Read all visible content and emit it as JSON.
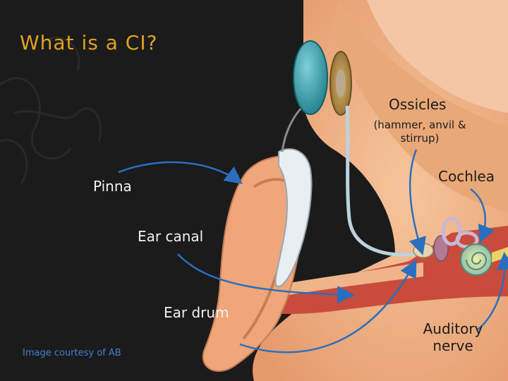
{
  "slide": {
    "title": "What is a CI?",
    "credit": "Image courtesy of AB"
  },
  "labels": {
    "ossicles": "Ossicles",
    "ossicles_sub": "(hammer, anvil & stirrup)",
    "cochlea": "Cochlea",
    "pinna": "Pinna",
    "ear_canal": "Ear canal",
    "ear_drum": "Ear drum",
    "auditory_nerve": "Auditory nerve"
  },
  "colors": {
    "title": "#e0a21e",
    "arrow": "#2a6fbf",
    "background": "#1b1b1b",
    "skin": "#f0b48a",
    "credit": "#3f7fd6"
  }
}
